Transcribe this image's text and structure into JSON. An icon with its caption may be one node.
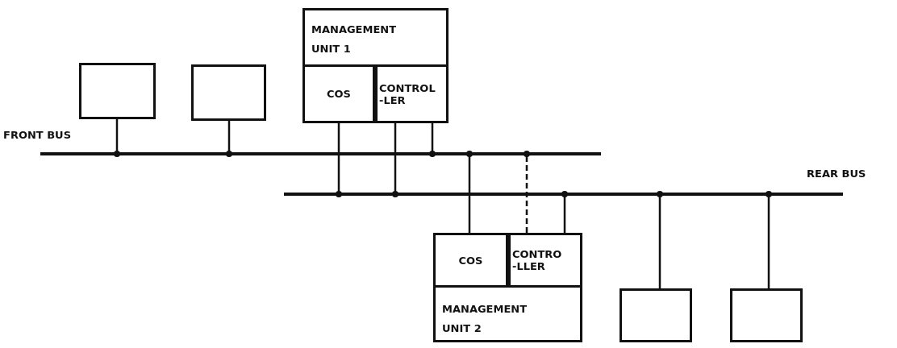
{
  "diagram": {
    "nodes": [
      {
        "text": [],
        "shape": "bar",
        "beside": [
          "FRONT BUS"
        ]
      },
      {
        "text": [],
        "shape": "bar",
        "beside": [
          "REAR BUS"
        ]
      },
      {
        "text": [],
        "shape": "box"
      },
      {
        "text": [],
        "shape": "box"
      },
      {
        "text": [
          "MANAGEMENT UNIT 1"
        ]
      },
      {
        "text": [
          "COS"
        ],
        "in": 4
      },
      {
        "text": [
          "CONTROL -LER"
        ],
        "in": 4
      },
      {
        "text": [
          "MANAGEMENT UNIT 2"
        ]
      },
      {
        "text": [
          "COS"
        ],
        "in": 7
      },
      {
        "text": [
          "CONTRO -LLER"
        ],
        "in": 7
      },
      {
        "text": [],
        "shape": "box"
      },
      {
        "text": [],
        "shape": "box"
      }
    ],
    "edges": [
      {
        "from": 2,
        "to": 0,
        "arrow": "other"
      },
      {
        "from": 3,
        "to": 0,
        "arrow": "other"
      },
      {
        "from": 5,
        "to": 1,
        "arrow": "other"
      },
      {
        "from": 6,
        "to": 1,
        "arrow": "other"
      },
      {
        "from": 6,
        "to": 0,
        "arrow": "other"
      },
      {
        "from": 8,
        "to": 0,
        "arrow": "other"
      },
      {
        "from": 9,
        "to": 0,
        "arrow": "other",
        "style": "dashed"
      },
      {
        "from": 9,
        "to": 1,
        "arrow": "other"
      },
      {
        "from": 10,
        "to": 1,
        "arrow": "other"
      },
      {
        "from": 11,
        "to": 1,
        "arrow": "other"
      }
    ]
  }
}
